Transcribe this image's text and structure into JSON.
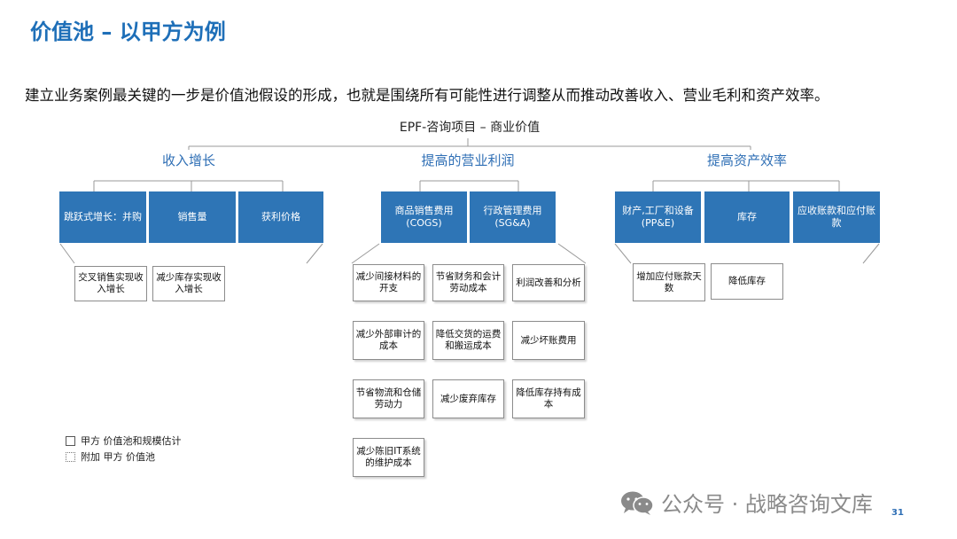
{
  "title": "价值池 – 以甲方为例",
  "subtitle": "建立业务案例最关键的一步是价值池假设的形成，也就是围绕所有可能性进行调整从而推动改善收入、营业毛利和资产效率。",
  "tree": {
    "root": "EPF-咨询项目 – 商业价值",
    "categories": [
      {
        "label": "收入增长",
        "boxes": [
          "跳跃式增长：并购",
          "销售量",
          "获利价格"
        ],
        "leaves": [
          "交叉销售实现收入增长",
          "减少库存实现收入增长"
        ]
      },
      {
        "label": "提高的营业利润",
        "boxes": [
          "商品销售费用 (COGS)",
          "行政管理费用 (SG&A)"
        ],
        "leaves": [
          [
            "减少间接材料的开支",
            "节省财务和会计劳动成本",
            "利润改善和分析"
          ],
          [
            "减少外部审计的成本",
            "降低交货的运费和搬运成本",
            "减少坏账费用"
          ],
          [
            "节省物流和仓储劳动力",
            "减少废弃库存",
            "降低库存持有成本"
          ],
          [
            "减少陈旧IT系统的维护成本"
          ]
        ]
      },
      {
        "label": "提高资产效率",
        "boxes": [
          "财产,工厂和设备 (PP&E)",
          "库存",
          "应收账款和应付账款"
        ],
        "leaves": [
          "增加应付账款天数",
          "降低库存"
        ]
      }
    ]
  },
  "legend": {
    "solid": "甲方 价值池和规模估计",
    "dotted": "附加 甲方 价值池"
  },
  "watermark": "公众号 · 战略咨询文库",
  "page_number": "31",
  "colors": {
    "title": "#1E6FB8",
    "category_label": "#2F6FB5",
    "box_fill": "#2E75B6",
    "box_text": "#FFFFFF",
    "leaf_border": "#8C8C8C",
    "connector": "#9A9A9A"
  },
  "icons": {
    "watermark_logo": "wechat-icon"
  }
}
